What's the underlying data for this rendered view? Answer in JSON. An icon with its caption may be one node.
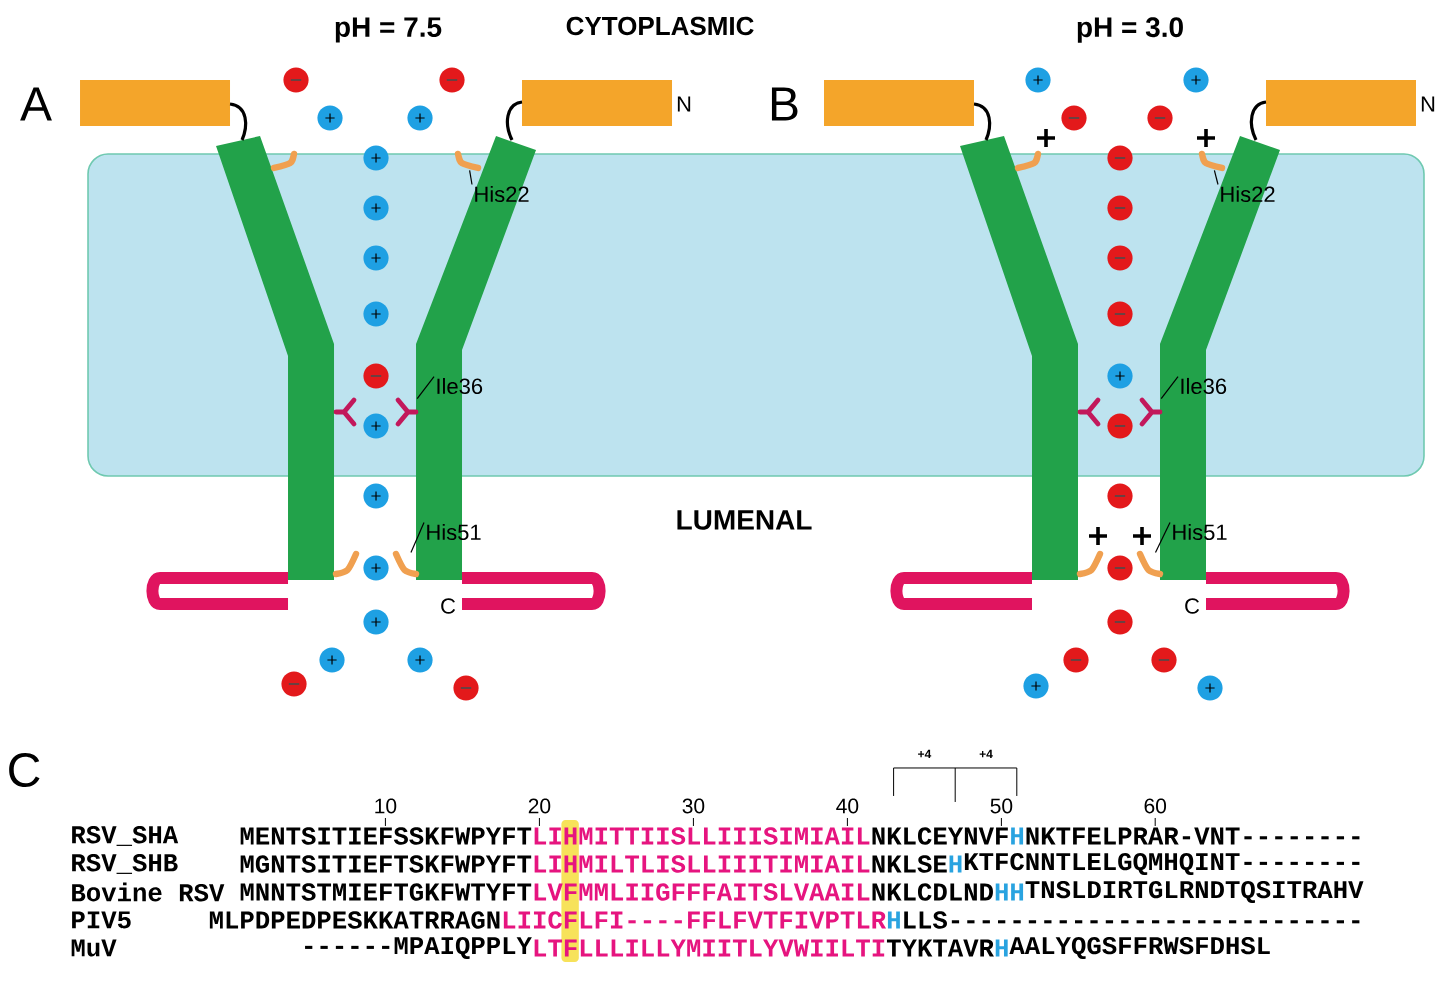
{
  "diagram": {
    "nodes": [
      {
        "text": [
          "His22"
        ]
      },
      {
        "text": [
          "Ile36"
        ]
      },
      {
        "text": [
          "His51"
        ]
      },
      {
        "text": [
          "His22"
        ]
      },
      {
        "text": [
          "Ile36"
        ]
      },
      {
        "text": [
          "His51"
        ]
      },
      {
        "text": [],
        "shape": "picture"
      },
      {
        "text": [],
        "shape": "picture"
      },
      {
        "text": [],
        "shape": "picture"
      },
      {
        "text": [],
        "shape": "picture"
      },
      {
        "text": [],
        "shape": "picture"
      },
      {
        "text": [],
        "shape": "picture"
      }
    ],
    "edges": [
      {
        "from": 0,
        "to": 6,
        "arrow": "none"
      },
      {
        "from": 1,
        "to": 7,
        "arrow": "none"
      },
      {
        "from": 2,
        "to": 8,
        "arrow": "none"
      },
      {
        "from": 3,
        "to": 9,
        "arrow": "none"
      },
      {
        "from": 4,
        "to": 10,
        "arrow": "none"
      },
      {
        "from": 5,
        "to": 11,
        "arrow": "none"
      }
    ],
    "labels": [
      "pH = 7.5",
      "CYTOPLASMIC",
      "pH = 3.0",
      "A",
      "N",
      "B",
      "N",
      "LUMENAL",
      "C",
      "C",
      "C",
      "+4",
      "+4",
      "10",
      "20",
      "30",
      "40",
      "50",
      "60",
      "RSV_SHA",
      "MENTSITIEFSSKFWPYFT",
      "LIHMITTIISLLIIISIMIAIL",
      "NKLCEYNVF",
      "H",
      "NKTFELPRAR-VNT--------",
      "RSV_SHB",
      "MGNTSITIEFTSKFWPYFT",
      "LIHMILTLISLLIIITIMIAIL",
      "NKLSE",
      "H",
      "KTFCNNTLELGQMHQINT--------",
      "Bovine RSV",
      "MNNTSTMIEFTGKFWTYFT",
      "LVFMMLIIGFFFAITSLVAAIL",
      "NKLCDLND",
      "HH",
      "TNSLDIRTGLRNDTQSITRAHV",
      "PIV5",
      "MLPDPEDPESKKATRRAGN",
      "LIICFLFI----FFLFVTFIVPTLR",
      "H",
      "LLS---------------------------",
      "MuV",
      "------MPAIQPPLY",
      "LTFLLLILLYMIITLYVWIILTI",
      "TYKTAVR",
      "H",
      "AALYQGSFFRWSFDHSL"
    ]
  }
}
